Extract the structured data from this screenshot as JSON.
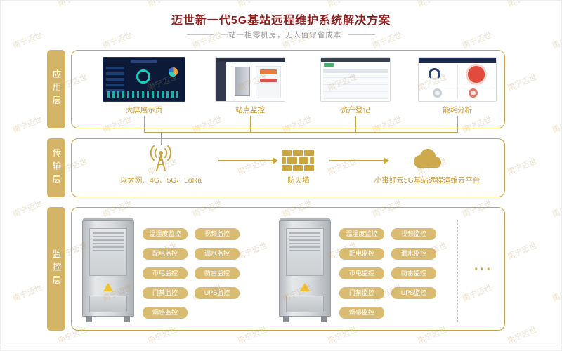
{
  "title": "迈世新一代5G基站远程维护系统解决方案",
  "subtitle": "一站一柜零机房，无人值守省成本",
  "watermark": "南宁迈世",
  "colors": {
    "accent_gold": "#C9A63F",
    "layer_label_tan": "#D4B568",
    "title_red": "#8E1F1F",
    "tag_fill": "#D9BC72"
  },
  "layers": {
    "application": {
      "label": "应用层",
      "items": [
        {
          "label": "大屏展示页",
          "icon": "dashboard-screenshot"
        },
        {
          "label": "站点监控",
          "icon": "site-monitor-screenshot"
        },
        {
          "label": "资产登记",
          "icon": "asset-register-screenshot"
        },
        {
          "label": "能耗分析",
          "icon": "energy-analysis-screenshot"
        }
      ]
    },
    "transmission": {
      "label": "传输层",
      "items": [
        {
          "label": "以太网、4G、5G、LoRa",
          "icon": "antenna-icon"
        },
        {
          "label": "防火墙",
          "icon": "firewall-icon"
        },
        {
          "label": "小事好云5G基站远程运维云平台",
          "icon": "cloud-icon"
        }
      ]
    },
    "monitoring": {
      "label": "监控层",
      "more_indicator": "···",
      "cabinet_icon": "outdoor-cabinet-image",
      "tag_groups": [
        {
          "left": [
            "温湿度监控",
            "配电监控",
            "市电监控",
            "门禁监控",
            "烟感监控"
          ],
          "right": [
            "视频监控",
            "漏水监控",
            "防雷监控",
            "UPS监控"
          ]
        },
        {
          "left": [
            "温湿度监控",
            "配电监控",
            "市电监控",
            "门禁监控",
            "烟感监控"
          ],
          "right": [
            "视频监控",
            "漏水监控",
            "防雷监控",
            "UPS监控"
          ]
        }
      ]
    }
  }
}
